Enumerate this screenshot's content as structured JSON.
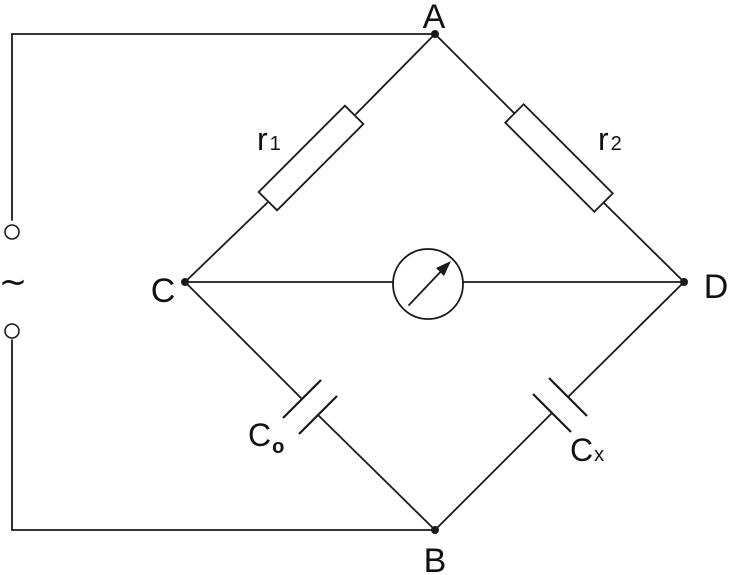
{
  "nodes": {
    "a": "A",
    "b": "B",
    "c": "C",
    "d": "D"
  },
  "resistors": {
    "r1": {
      "symbol": "r",
      "subscript": "1"
    },
    "r2": {
      "symbol": "r",
      "subscript": "2"
    }
  },
  "capacitors": {
    "c0": {
      "symbol": "C",
      "subscript": "o"
    },
    "cx": {
      "symbol": "C",
      "subscript": "x"
    }
  },
  "source": {
    "symbol": "~"
  },
  "colors": {
    "line": "#1a1a1a",
    "background": "#ffffff"
  }
}
